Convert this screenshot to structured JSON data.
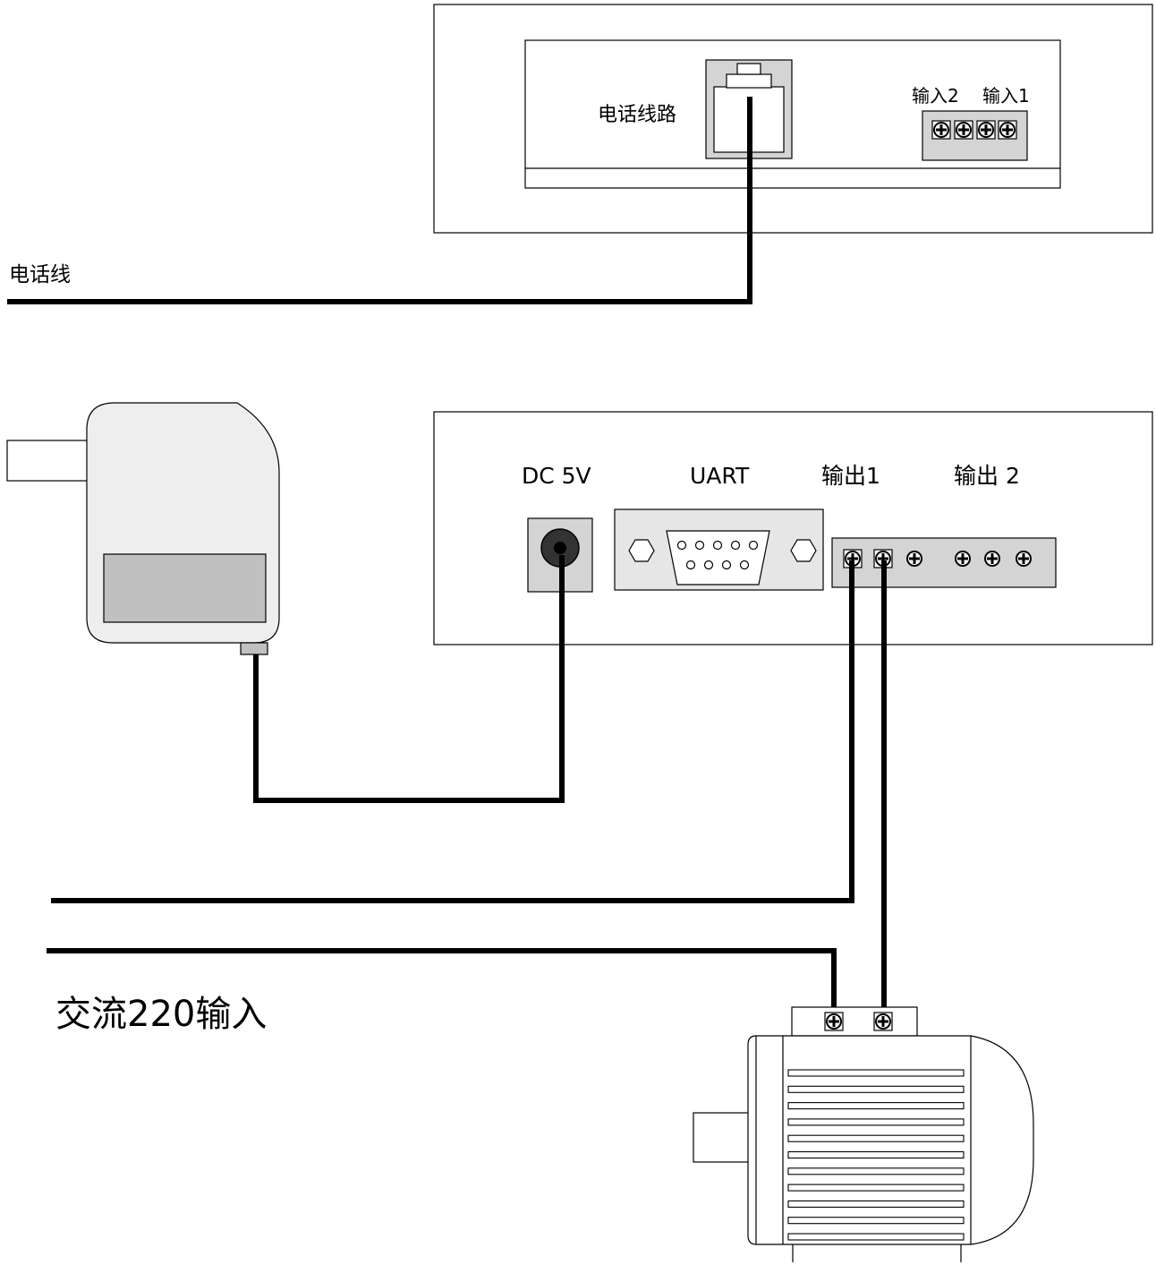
{
  "top_device": {
    "phone_port_label": "电话线路",
    "input_labels": [
      "输入2",
      "输入1"
    ]
  },
  "phone_line_label": "电话线",
  "bottom_device": {
    "dc_label": "DC  5V",
    "uart_label": "UART",
    "output1_label": "输出1",
    "output2_label": "输出 2"
  },
  "ac_input_label": "交流220输入"
}
